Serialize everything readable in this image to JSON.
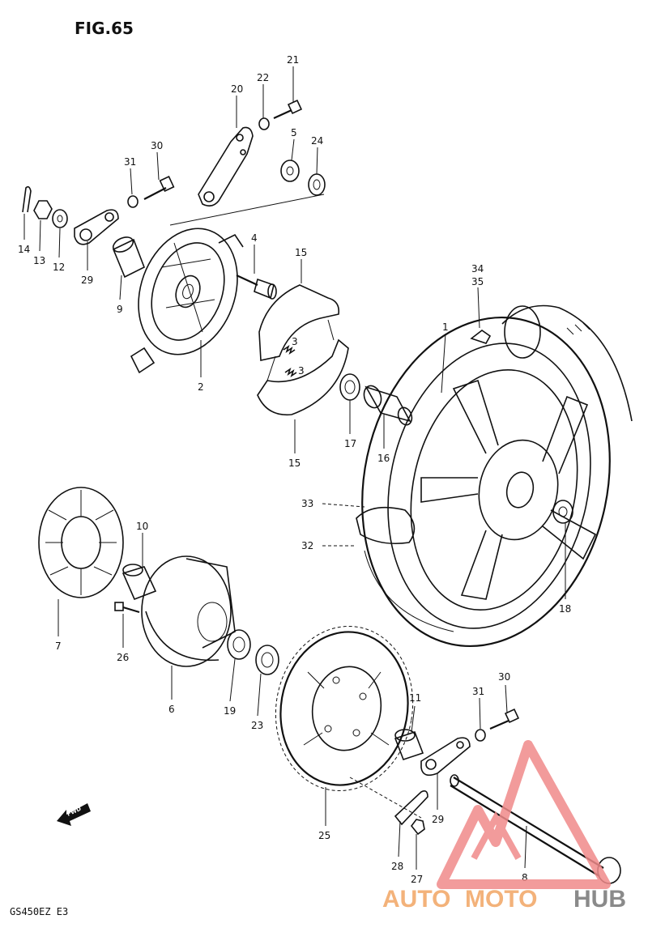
{
  "figure": {
    "title": "FIG.65",
    "model_code": "GS450EZ E3",
    "fwd_label": "FWD"
  },
  "labels": [
    {
      "id": "p21",
      "text": "21"
    },
    {
      "id": "p20",
      "text": "20"
    },
    {
      "id": "p22",
      "text": "22"
    },
    {
      "id": "p5",
      "text": "5"
    },
    {
      "id": "p24",
      "text": "24"
    },
    {
      "id": "p31a",
      "text": "31"
    },
    {
      "id": "p30a",
      "text": "30"
    },
    {
      "id": "p14",
      "text": "14"
    },
    {
      "id": "p13",
      "text": "13"
    },
    {
      "id": "p12",
      "text": "12"
    },
    {
      "id": "p29a",
      "text": "29"
    },
    {
      "id": "p9",
      "text": "9"
    },
    {
      "id": "p4",
      "text": "4"
    },
    {
      "id": "p15a",
      "text": "15"
    },
    {
      "id": "p34",
      "text": "34"
    },
    {
      "id": "p35",
      "text": "35"
    },
    {
      "id": "p3a",
      "text": "3"
    },
    {
      "id": "p3b",
      "text": "3"
    },
    {
      "id": "p2",
      "text": "2"
    },
    {
      "id": "p1",
      "text": "1"
    },
    {
      "id": "p17",
      "text": "17"
    },
    {
      "id": "p16",
      "text": "16"
    },
    {
      "id": "p15b",
      "text": "15"
    },
    {
      "id": "p33",
      "text": "33"
    },
    {
      "id": "p10",
      "text": "10"
    },
    {
      "id": "p32",
      "text": "32"
    },
    {
      "id": "p18",
      "text": "18"
    },
    {
      "id": "p7",
      "text": "7"
    },
    {
      "id": "p26",
      "text": "26"
    },
    {
      "id": "p6",
      "text": "6"
    },
    {
      "id": "p19",
      "text": "19"
    },
    {
      "id": "p23",
      "text": "23"
    },
    {
      "id": "p11",
      "text": "11"
    },
    {
      "id": "p31b",
      "text": "31"
    },
    {
      "id": "p30b",
      "text": "30"
    },
    {
      "id": "p25",
      "text": "25"
    },
    {
      "id": "p29b",
      "text": "29"
    },
    {
      "id": "p28",
      "text": "28"
    },
    {
      "id": "p27",
      "text": "27"
    },
    {
      "id": "p8",
      "text": "8"
    }
  ],
  "watermark": {
    "brand_auto": "AUTO",
    "brand_moto": "MOTO",
    "brand_hub": "HUB",
    "color_primary": "#f3b27a",
    "color_logo": "#f08a8a",
    "color_secondary": "#8a8a8a"
  }
}
